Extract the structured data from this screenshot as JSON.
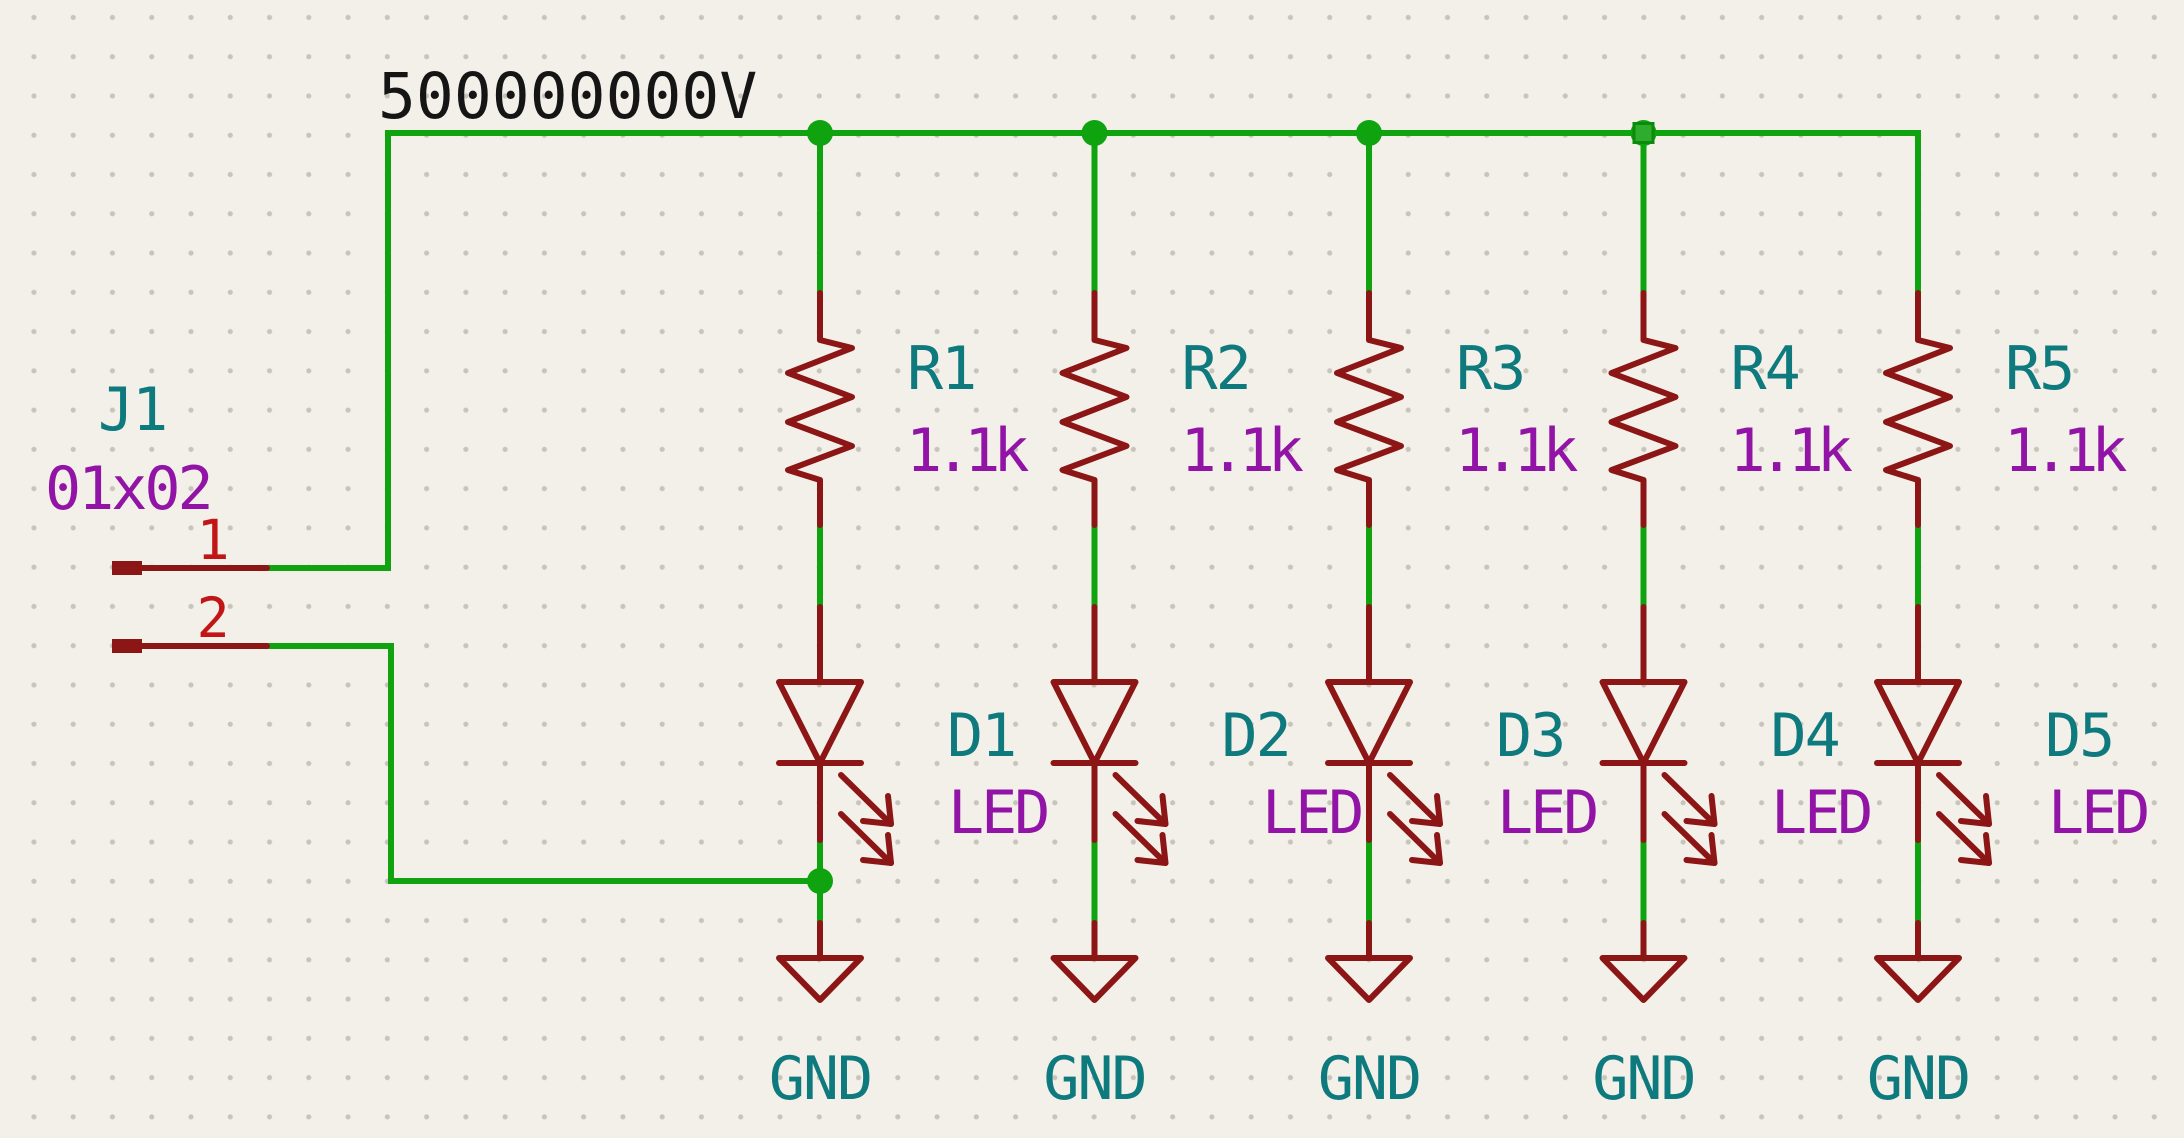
{
  "schematic": {
    "net_label": "500000000V",
    "connector": {
      "ref": "J1",
      "value": "01x02",
      "pin_numbers": [
        "1",
        "2"
      ]
    },
    "columns": [
      {
        "resistor_ref": "R1",
        "resistor_value": "1.1k",
        "led_ref": "D1",
        "led_value": "LED",
        "ground_label": "GND"
      },
      {
        "resistor_ref": "R2",
        "resistor_value": "1.1k",
        "led_ref": "D2",
        "led_value": "LED",
        "ground_label": "GND"
      },
      {
        "resistor_ref": "R3",
        "resistor_value": "1.1k",
        "led_ref": "D3",
        "led_value": "LED",
        "ground_label": "GND"
      },
      {
        "resistor_ref": "R4",
        "resistor_value": "1.1k",
        "led_ref": "D4",
        "led_value": "LED",
        "ground_label": "GND"
      },
      {
        "resistor_ref": "R5",
        "resistor_value": "1.1k",
        "led_ref": "D5",
        "led_value": "LED",
        "ground_label": "GND"
      }
    ],
    "colors": {
      "background": "#F2F0E8",
      "grid_dot": "#C7C4BC",
      "wire_green": "#0FA30F",
      "symbol_outline": "#8C1515",
      "reference_text": "#0E7A7E",
      "value_text": "#9214A6",
      "pin_number_text": "#C21616",
      "net_label_text": "#151515"
    }
  }
}
